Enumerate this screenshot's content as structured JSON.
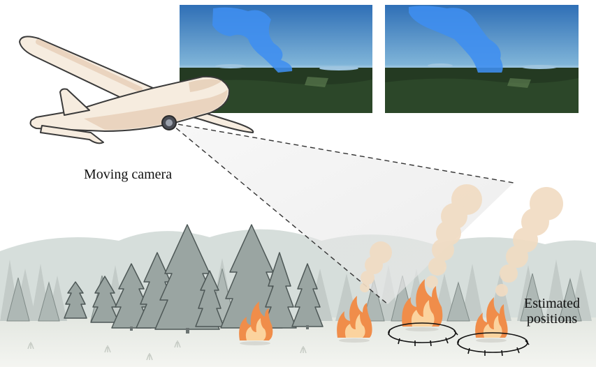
{
  "labels": {
    "moving_camera": "Moving camera",
    "estimated_line1": "Estimated",
    "estimated_line2": "positions"
  },
  "colors": {
    "plane_body": "#f6ecdf",
    "plane_shade": "#e6cbb0",
    "plane_outline": "#3a3a3a",
    "tree_dark": "#8e9996",
    "tree_mid": "#a9b3b0",
    "tree_far": "#c3cbc8",
    "hill": "#d3dbd8",
    "ground": "#eef0ea",
    "fire_outer": "#f08d4a",
    "fire_inner": "#fbd39e",
    "smoke": "#f1dcc3",
    "smoke_mask_blue": "#3f8ef0",
    "sky_top": "#2f6fb6",
    "sky_horizon": "#cfe2ef",
    "forest": "#243a22"
  },
  "icons": {
    "aircraft": "airplane-icon",
    "camera": "camera-icon",
    "fire": "fire-icon",
    "smoke": "smoke-icon"
  }
}
